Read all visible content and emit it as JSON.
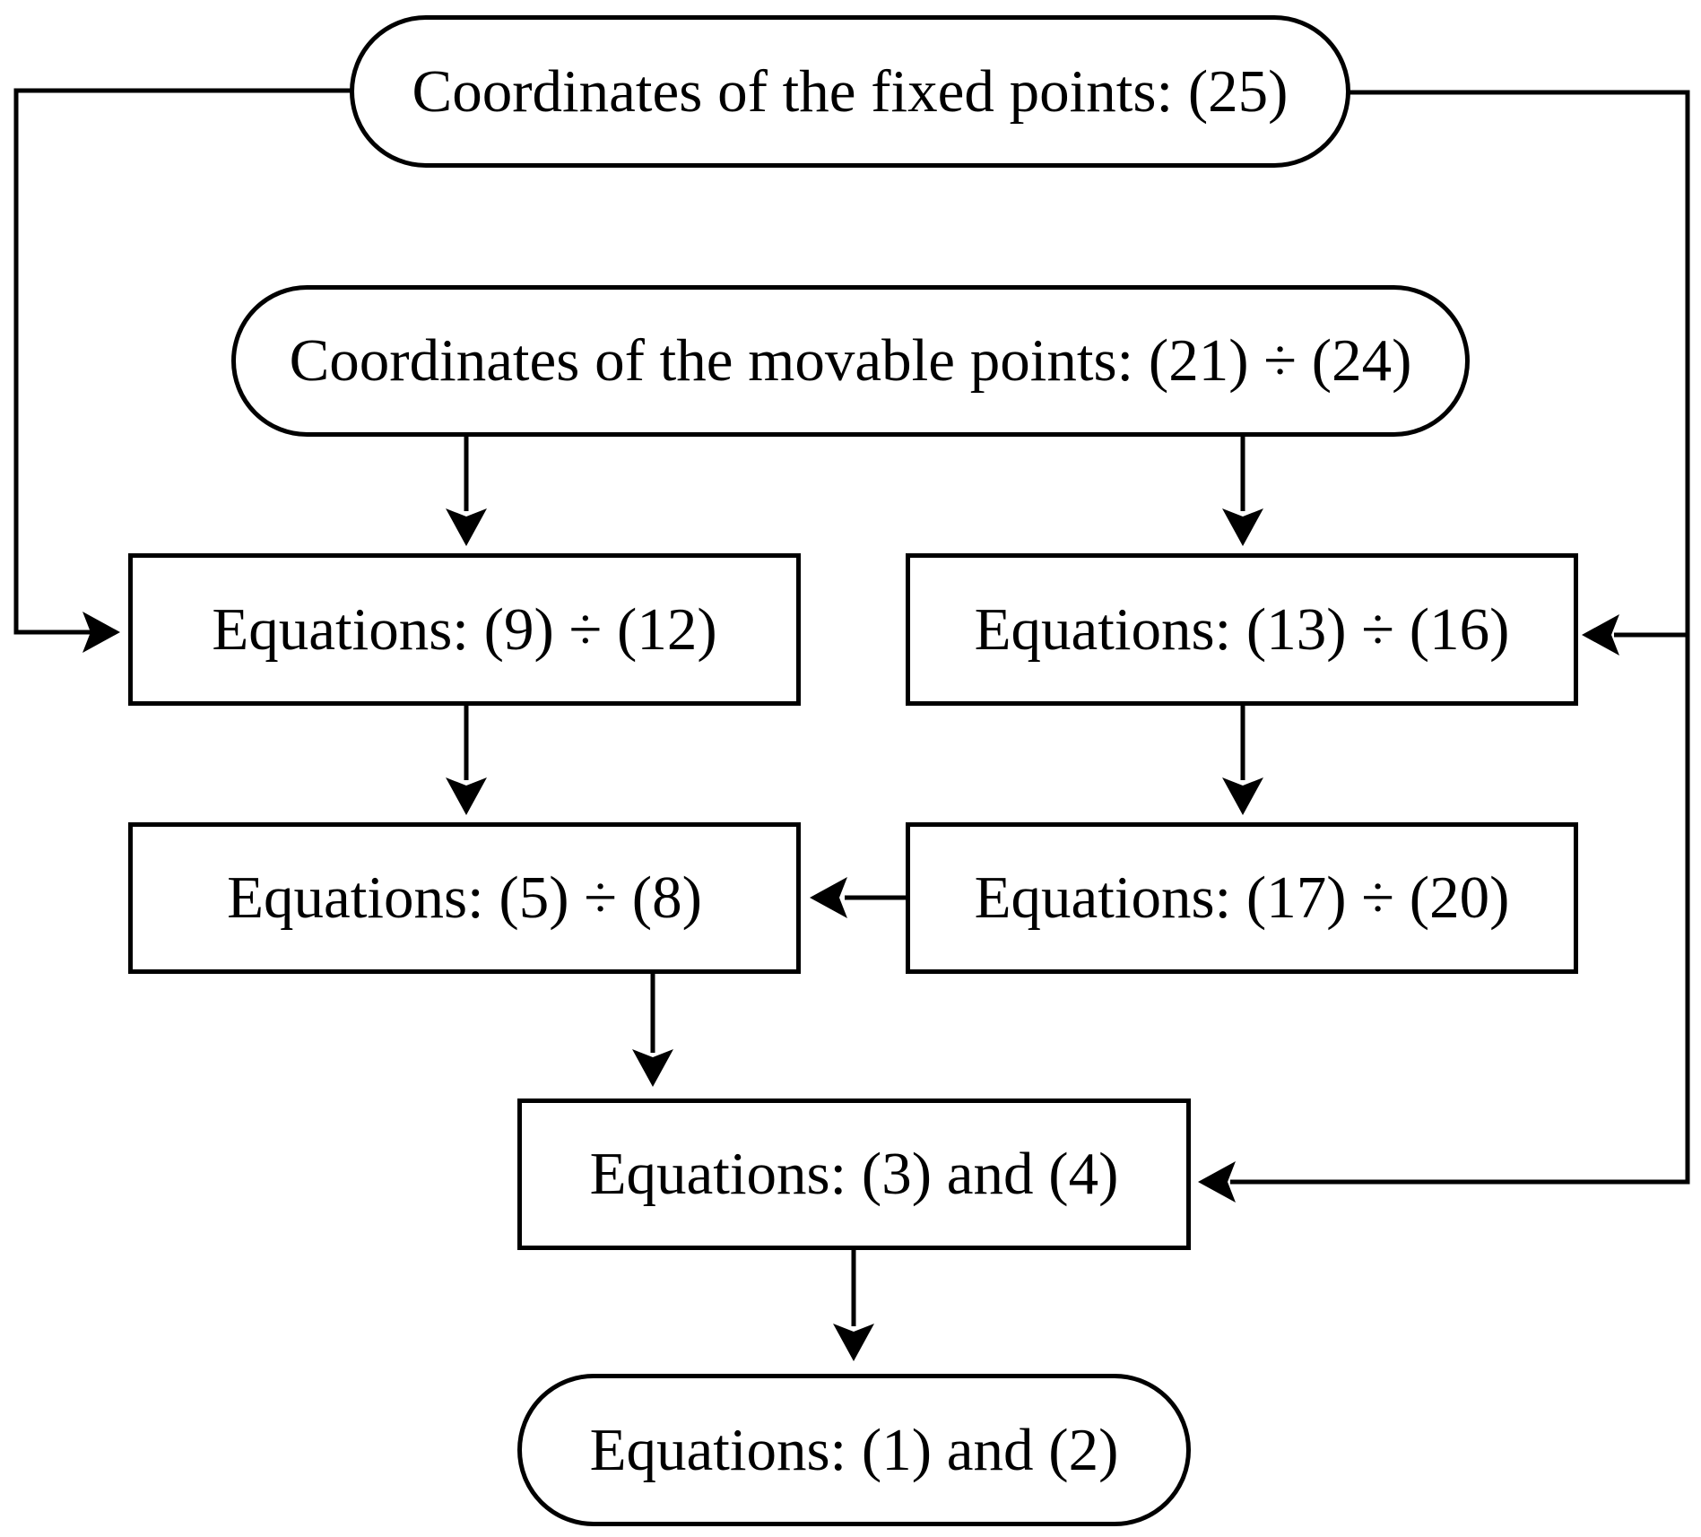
{
  "diagram": {
    "nodes": {
      "fixed_points": "Coordinates of the fixed points: (25)",
      "movable_points": "Coordinates of the movable points: (21) ÷ (24)",
      "eq_9_12": "Equations: (9) ÷ (12)",
      "eq_13_16": "Equations: (13) ÷ (16)",
      "eq_5_8": "Equations: (5) ÷ (8)",
      "eq_17_20": "Equations: (17) ÷ (20)",
      "eq_3_4": "Equations: (3) and (4)",
      "eq_1_2": "Equations: (1) and (2)"
    },
    "edges": [
      {
        "from": "fixed_points",
        "to": "eq_9_12"
      },
      {
        "from": "fixed_points",
        "to": "eq_13_16"
      },
      {
        "from": "fixed_points",
        "to": "eq_3_4"
      },
      {
        "from": "movable_points",
        "to": "eq_9_12"
      },
      {
        "from": "movable_points",
        "to": "eq_13_16"
      },
      {
        "from": "eq_9_12",
        "to": "eq_5_8"
      },
      {
        "from": "eq_13_16",
        "to": "eq_17_20"
      },
      {
        "from": "eq_17_20",
        "to": "eq_5_8"
      },
      {
        "from": "eq_5_8",
        "to": "eq_3_4"
      },
      {
        "from": "eq_3_4",
        "to": "eq_1_2"
      }
    ]
  }
}
